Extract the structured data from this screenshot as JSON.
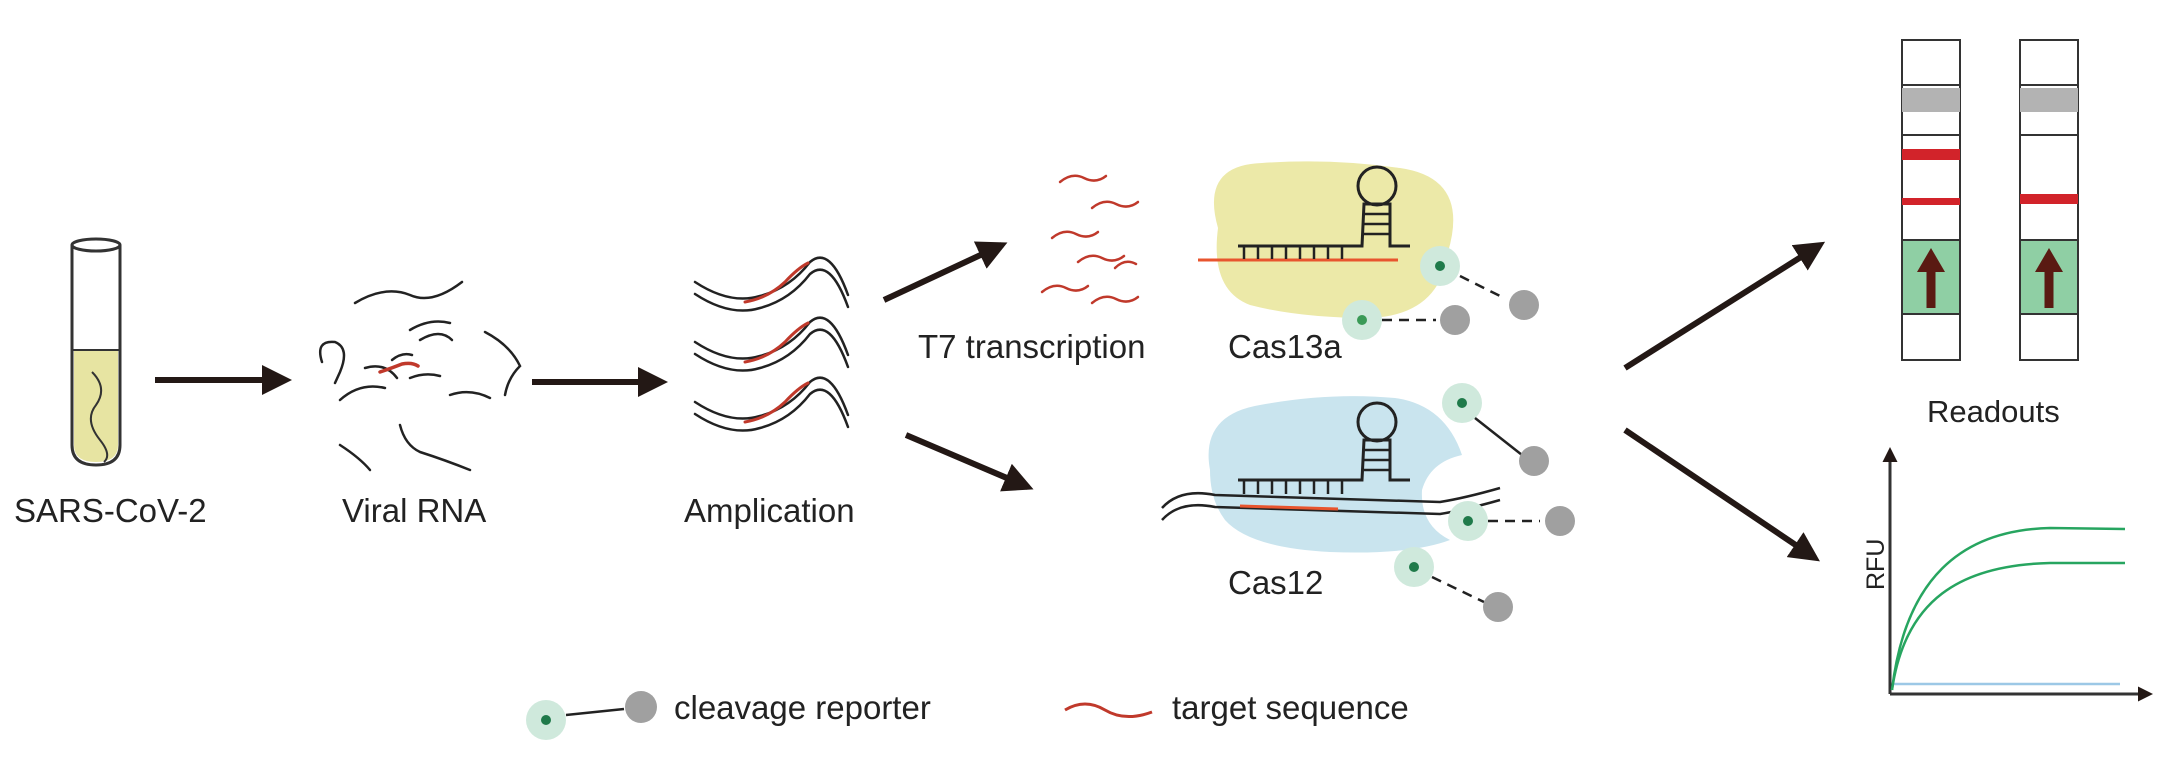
{
  "labels": {
    "sars": "SARS-CoV-2",
    "viral_rna": "Viral RNA",
    "amplication": "Amplication",
    "t7": "T7 transcription",
    "cas13a": "Cas13a",
    "cas12": "Cas12",
    "readouts": "Readouts",
    "rfu": "RFU"
  },
  "legend": {
    "reporter": "cleavage reporter",
    "target": "target sequence"
  },
  "colors": {
    "target_red": "#c0392b",
    "arrow": "#231815",
    "cas13a_fill": "#ece9a8",
    "cas12_fill": "#c9e4ee",
    "reporter_halo": "#cfe9dc",
    "reporter_core": "#1f7a4a",
    "quencher": "#a0a0a0",
    "strip_green": "#8fcfa4",
    "strip_red": "#d2232a",
    "strip_gray": "#b3b3b3",
    "curve_green": "#27a560",
    "baseline_blue": "#9cc8e6",
    "tube_liquid": "#e7e4a2"
  }
}
